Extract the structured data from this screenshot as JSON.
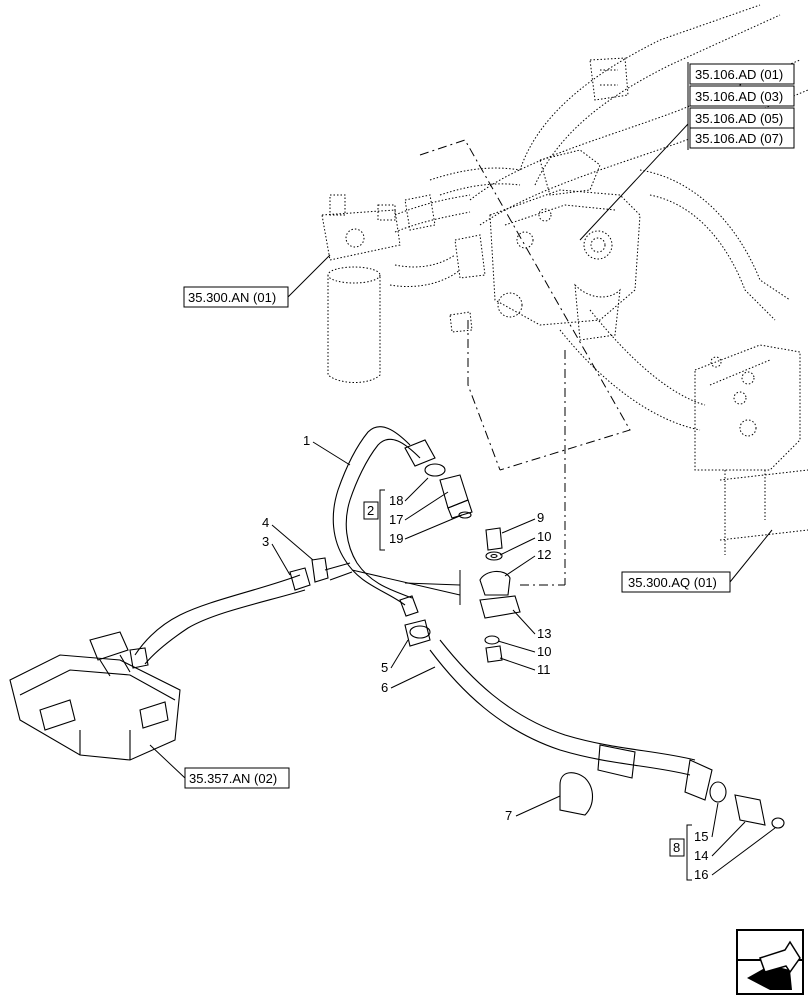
{
  "references": {
    "ad01": "35.106.AD (01)",
    "ad03": "35.106.AD (03)",
    "ad05": "35.106.AD (05)",
    "ad07": "35.106.AD (07)",
    "an01": "35.300.AN (01)",
    "aq01": "35.300.AQ (01)",
    "an02": "35.357.AN (02)"
  },
  "callouts": {
    "c1": "1",
    "c2": "2",
    "c3": "3",
    "c4": "4",
    "c5": "5",
    "c6": "6",
    "c7": "7",
    "c8": "8",
    "c9": "9",
    "c10a": "10",
    "c10b": "10",
    "c11": "11",
    "c12": "12",
    "c13": "13",
    "c14": "14",
    "c15": "15",
    "c16": "16",
    "c17": "17",
    "c18": "18",
    "c19": "19"
  }
}
